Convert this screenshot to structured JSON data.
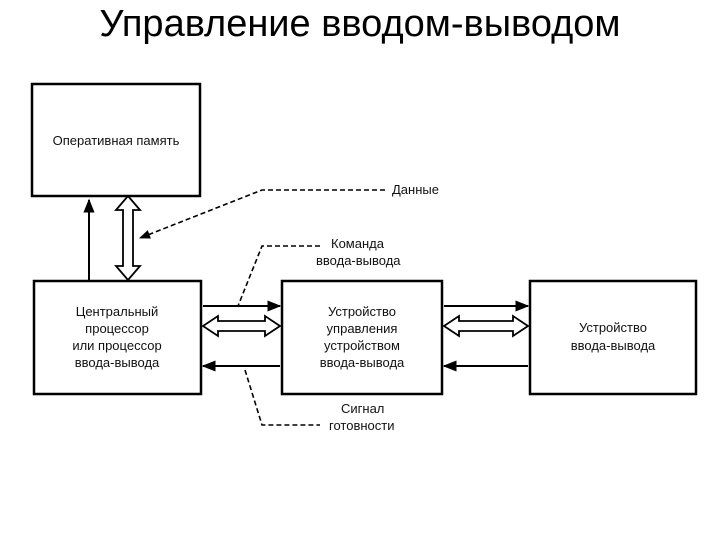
{
  "title": "Управление вводом-выводом",
  "blocks": {
    "memory": "Оперативная память",
    "cpu": [
      "Центральный",
      "процессор",
      "или процессор",
      "ввода-вывода"
    ],
    "controller": [
      "Устройство",
      "управления",
      "устройством",
      "ввода-вывода"
    ],
    "device": [
      "Устройство",
      "ввода-вывода"
    ]
  },
  "signals": {
    "data": "Данные",
    "command": [
      "Команда",
      "ввода-вывода"
    ],
    "ready": [
      "Сигнал",
      "готовности"
    ]
  }
}
